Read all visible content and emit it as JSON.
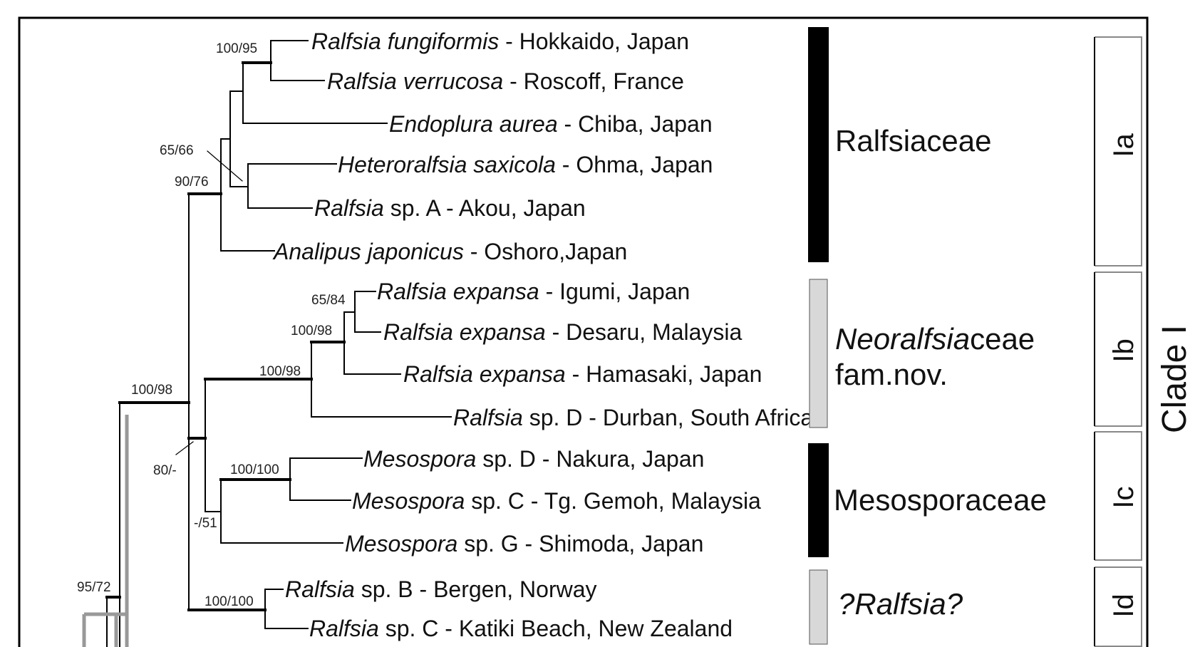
{
  "taxa": [
    {
      "genus": "Ralfsia fungiformis",
      "rest": " - Hokkaido, Japan"
    },
    {
      "genus": "Ralfsia verrucosa",
      "rest": " - Roscoff, France"
    },
    {
      "genus": "Endoplura aurea",
      "rest": " - Chiba, Japan"
    },
    {
      "genus": "Heteroralfsia saxicola",
      "rest": " - Ohma, Japan"
    },
    {
      "genus": "Ralfsia",
      "rest": " sp. A - Akou, Japan"
    },
    {
      "genus": "Analipus japonicus",
      "rest": " - Oshoro,Japan"
    },
    {
      "genus": "Ralfsia  expansa",
      "rest": " - Igumi, Japan"
    },
    {
      "genus": "Ralfsia expansa",
      "rest": " - Desaru, Malaysia"
    },
    {
      "genus": "Ralfsia expansa",
      "rest": " - Hamasaki, Japan"
    },
    {
      "genus": "Ralfsia",
      "rest": " sp. D - Durban, South Africa"
    },
    {
      "genus": "Mesospora",
      "rest": " sp. D - Nakura, Japan"
    },
    {
      "genus": "Mesospora",
      "rest": " sp. C - Tg. Gemoh, Malaysia"
    },
    {
      "genus": "Mesospora",
      "rest": " sp. G - Shimoda, Japan"
    },
    {
      "genus": "Ralfsia",
      "rest": " sp. B - Bergen, Norway"
    },
    {
      "genus": "Ralfsia",
      "rest": " sp. C - Katiki Beach, New Zealand"
    }
  ],
  "support": [
    "100/95",
    "65/66",
    "90/76",
    "65/84",
    "100/98",
    "100/98",
    "100/98",
    "80/-",
    "100/100",
    "-/51",
    "95/72",
    "100/100"
  ],
  "families": [
    {
      "italic": "",
      "text": "Ralfsiaceae",
      "bar_color": "#000000"
    },
    {
      "italic": "Neoralfsia",
      "text": "ceae",
      "line2": "fam.nov.",
      "bar_color": "#d8d8d8"
    },
    {
      "italic": "",
      "text": "Mesosporaceae",
      "bar_color": "#000000"
    },
    {
      "italic": "?Ralfsia?",
      "text": "",
      "bar_color": "#d8d8d8"
    }
  ],
  "subclades": [
    "Ia",
    "Ib",
    "Ic",
    "Id"
  ],
  "clade": "Clade I",
  "colors": {
    "branch": "#000000",
    "outgroup_branch": "#999999",
    "frame": "#000000"
  }
}
